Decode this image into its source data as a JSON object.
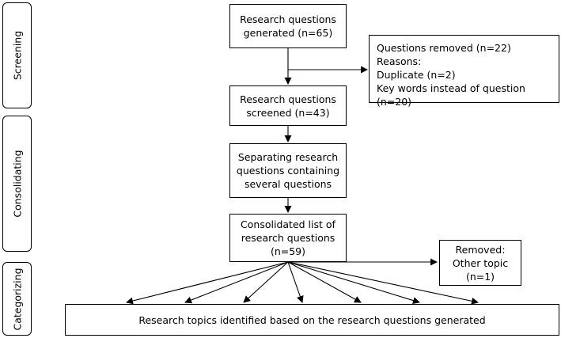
{
  "stages": {
    "screening": "Screening",
    "consolidating": "Consolidating",
    "categorizing": "Categorizing"
  },
  "boxes": {
    "generated": [
      "Research questions",
      "generated (n=65)"
    ],
    "removed": [
      "Questions removed (n=22)",
      "Reasons:",
      "Duplicate (n=2)",
      "Key words instead of question (n=20)"
    ],
    "screened": [
      "Research questions",
      "screened (n=43)"
    ],
    "separating": [
      "Separating research",
      "questions containing",
      "several questions"
    ],
    "consolidated": [
      "Consolidated list of",
      "research questions",
      "(n=59)"
    ],
    "removed_other": [
      "Removed:",
      "Other topic",
      "(n=1)"
    ],
    "topics": "Research topics identified based on the research questions generated"
  }
}
